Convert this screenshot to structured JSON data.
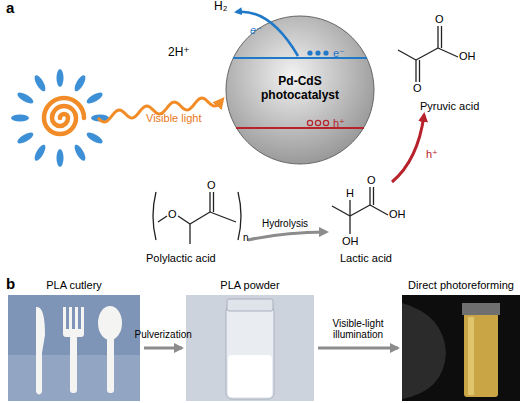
{
  "diagram": {
    "nodes": [
      {
        "text": [
          "Pd-CdS photocatalyst"
        ]
      },
      {
        "text": [
          "PLA cutlery"
        ]
      },
      {
        "text": [
          "PLA powder"
        ]
      },
      {
        "text": [
          "Direct photoreforming"
        ]
      }
    ],
    "edges": [
      {
        "from": 1,
        "to": 2,
        "arrow": "to",
        "label": "Pulverization"
      },
      {
        "from": 2,
        "to": 3,
        "arrow": "to",
        "label": "Visible-light illumination"
      }
    ],
    "labels": [
      "a",
      "H₂",
      "e⁻",
      "2H⁺",
      "e⁻",
      "Visible light",
      "h⁺",
      "h⁺",
      "O",
      "O",
      "OH",
      "Pyruvic acid",
      "O",
      "O",
      "n",
      "Polylactic acid",
      "Hydrolysis",
      "H",
      "O",
      "OH",
      "OH",
      "Lactic acid",
      "b"
    ]
  }
}
